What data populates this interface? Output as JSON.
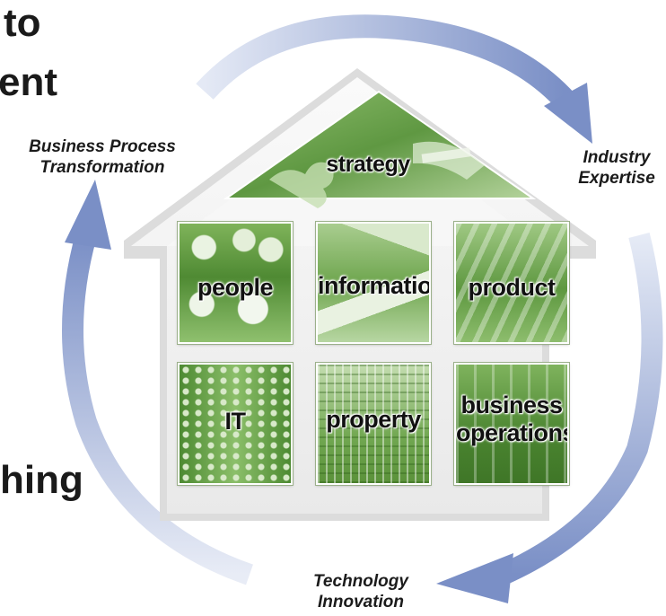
{
  "headlines": {
    "line1_fragment": "to",
    "line2_fragment": "ent",
    "line3_fragment": "hing"
  },
  "cycle": {
    "labels": {
      "business_process": [
        "Business Process",
        "Transformation"
      ],
      "industry_expertise": [
        "Industry",
        "Expertise"
      ],
      "technology_innovation": [
        "Technology",
        "Innovation"
      ]
    },
    "colors": {
      "arrow": "#7f93c9",
      "arrow_light": "#d7def0"
    }
  },
  "house": {
    "roof_label": "strategy",
    "tiles": [
      {
        "id": "people",
        "lines": [
          "people"
        ]
      },
      {
        "id": "information",
        "lines": [
          "information"
        ]
      },
      {
        "id": "product",
        "lines": [
          "product"
        ]
      },
      {
        "id": "it",
        "lines": [
          "IT"
        ]
      },
      {
        "id": "property",
        "lines": [
          "property"
        ]
      },
      {
        "id": "business-operations",
        "lines": [
          "business",
          "operations"
        ]
      }
    ],
    "colors": {
      "tile_green": "#6ea34c",
      "tile_green_light": "#c7dcb4",
      "wall": "#f4f4f4",
      "wall_edge": "#d9d9d9"
    }
  }
}
